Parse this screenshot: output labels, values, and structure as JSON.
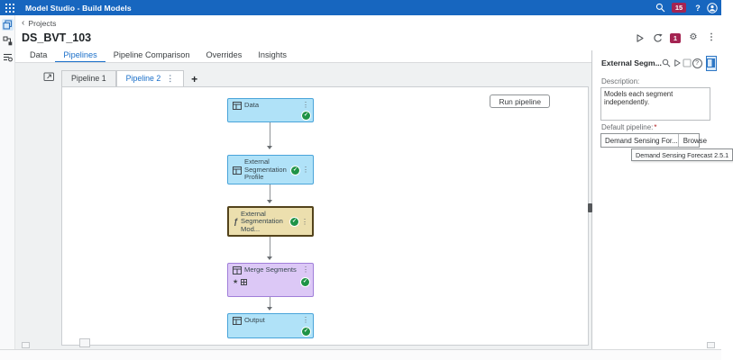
{
  "colors": {
    "topbar_blue": "#1766bf",
    "badge_crimson": "#A42452",
    "accent_blue": "#1A6FC9",
    "node_blue_fill": "#B0E2F8",
    "node_blue_border": "#49A4D9",
    "node_selected_fill": "#ECDFAE",
    "node_selected_border": "#53431B",
    "node_purple_fill": "#DCC8F6",
    "node_purple_border": "#A07FD9",
    "status_green": "#1F9347"
  },
  "glyphs": {
    "menu_dots": "⋮",
    "check": "✓",
    "star": "★",
    "plus": "+",
    "chevron_left": "‹",
    "gear": "⚙",
    "help": "?"
  },
  "topbar": {
    "title": "Model Studio - Build Models",
    "notification_count": "15"
  },
  "breadcrumb": {
    "label": "Projects"
  },
  "project": {
    "title": "DS_BVT_103",
    "runs_badge": "1"
  },
  "main_tabs": [
    {
      "label": "Data"
    },
    {
      "label": "Pipelines"
    },
    {
      "label": "Pipeline Comparison"
    },
    {
      "label": "Overrides"
    },
    {
      "label": "Insights"
    }
  ],
  "pipeline_tabs": {
    "tab1": "Pipeline 1",
    "tab2": "Pipeline 2"
  },
  "canvas": {
    "run_button": "Run pipeline",
    "nodes": [
      {
        "line1": "Data",
        "line2": ""
      },
      {
        "line1": "External",
        "line2": "Segmentation Profile"
      },
      {
        "line1": "External",
        "line2": "Segmentation Mod..."
      },
      {
        "line1": "Merge Segments",
        "line2": ""
      },
      {
        "line1": "Output",
        "line2": ""
      }
    ]
  },
  "right_panel": {
    "title": "External Segm...",
    "description_label": "Description:",
    "description_value": "Models each segment independently.",
    "default_pipeline_label": "Default pipeline:",
    "required_marker": "*",
    "default_pipeline_value": "Demand Sensing For...",
    "browse_label": "Browse",
    "tooltip": "Demand Sensing Forecast 2.5.1"
  }
}
